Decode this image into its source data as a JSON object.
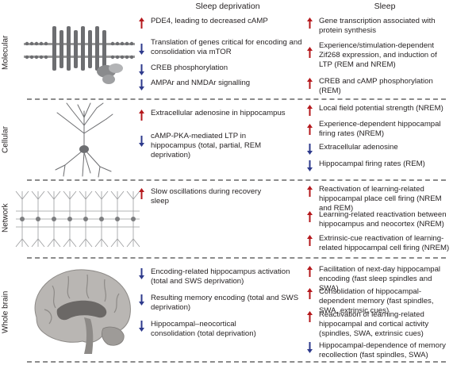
{
  "columns": {
    "left": "Sleep deprivation",
    "right": "Sleep"
  },
  "levels": {
    "molecular": {
      "label": "Molecular",
      "deprivation": [
        {
          "dir": "up",
          "text": "PDE4, leading to decreased cAMP"
        },
        {
          "dir": "down",
          "text": "Translation of  genes critical for encoding and consolidation via mTOR"
        },
        {
          "dir": "down",
          "text": "CREB phosphorylation"
        },
        {
          "dir": "down",
          "text": "AMPAr and NMDAr signalling"
        }
      ],
      "sleep": [
        {
          "dir": "up",
          "text": "Gene transcription associated with protein synthesis"
        },
        {
          "dir": "up",
          "text": "Experience/stimulation-dependent Zif268 expression, and induction of LTP (REM and NREM)"
        },
        {
          "dir": "up",
          "text": "CREB and cAMP phosphorylation (REM)"
        }
      ]
    },
    "cellular": {
      "label": "Cellular",
      "deprivation": [
        {
          "dir": "up",
          "text": "Extracellular adenosine in hippocampus"
        },
        {
          "dir": "down",
          "text": "cAMP-PKA-mediated LTP in hippocampus (total, partial, REM deprivation)"
        }
      ],
      "sleep": [
        {
          "dir": "up",
          "text": "Local field potential strength (NREM)"
        },
        {
          "dir": "up",
          "text": "Experience-dependent hippocampal firing rates (NREM)"
        },
        {
          "dir": "down",
          "text": "Extracellular adenosine"
        },
        {
          "dir": "down",
          "text": "Hippocampal firing rates (REM)"
        }
      ]
    },
    "network": {
      "label": "Network",
      "deprivation": [
        {
          "dir": "up",
          "text": "Slow oscillations during recovery sleep"
        }
      ],
      "sleep": [
        {
          "dir": "up",
          "text": "Reactivation of learning-related hippocampal place cell firing  (NREM and REM)"
        },
        {
          "dir": "up",
          "text": "Learning-related reactivation between hippocampus and neocortex (NREM)"
        },
        {
          "dir": "up",
          "text": "Extrinsic-cue reactivation of learning-related hippocampal cell firing  (NREM)"
        }
      ]
    },
    "wholebrain": {
      "label": "Whole brain",
      "deprivation": [
        {
          "dir": "down",
          "text": "Encoding-related hippocampus activation (total and SWS deprivation)"
        },
        {
          "dir": "down",
          "text": "Resulting memory encoding (total and SWS deprivation)"
        },
        {
          "dir": "down",
          "text": "Hippocampal–neocortical consolidation (total deprivation)"
        }
      ],
      "sleep": [
        {
          "dir": "up",
          "text": "Facilitation of next-day hippocampal encoding (fast sleep spindles and SWA)"
        },
        {
          "dir": "up",
          "text": "Consolidation of hippocampal-dependent memory (fast spindles, SWA, extrinsic cues)"
        },
        {
          "dir": "up",
          "text": "Reactivation of learning-related hippocampal and cortical activity (spindles, SWA, extrinsic cues)"
        },
        {
          "dir": "down",
          "text": "Hippocampal-dependence of memory recollection (fast spindles, SWA)"
        }
      ]
    }
  },
  "colors": {
    "up": "#b5181c",
    "down": "#2e3a8c"
  }
}
